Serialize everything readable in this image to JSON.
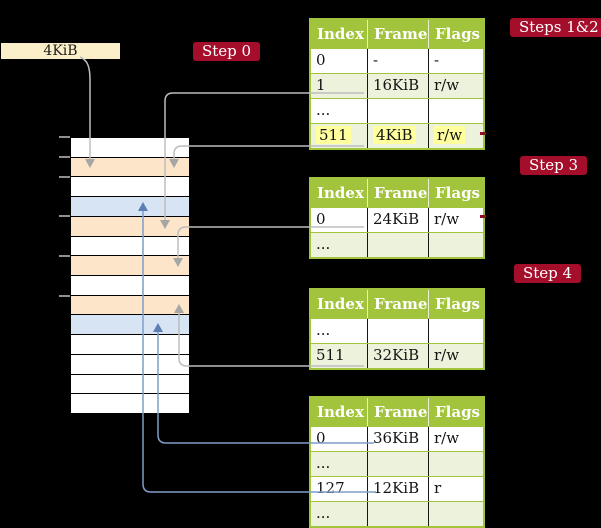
{
  "colors": {
    "background": "#000000",
    "table_green": "#a2c43c",
    "row_green": "#edf2dc",
    "highlight_yellow": "#ffff9e",
    "box_cream": "#faefc8",
    "frame_white": "#ffffff",
    "frame_orange": "#fce5c9",
    "frame_blue": "#d7e4f3",
    "badge_red": "#a50e2b",
    "dash_red": "#8c1025",
    "line_gray": "#bdbdbd",
    "arrow_gray": "#a6a6a6",
    "line_blue": "#7f9ec9",
    "arrow_blue": "#5b7fb2",
    "tick_gray": "#8f8f8f"
  },
  "page_size_box": {
    "label": "4KiB"
  },
  "badges": {
    "step0": {
      "label": "Step 0"
    },
    "steps12": {
      "label": "Steps 1&2"
    },
    "step3": {
      "label": "Step 3"
    },
    "step4": {
      "label": "Step 4"
    }
  },
  "memory": {
    "frames": [
      {
        "fill": "#ffffff"
      },
      {
        "fill": "#fce5c9"
      },
      {
        "fill": "#ffffff"
      },
      {
        "fill": "#d7e4f3"
      },
      {
        "fill": "#fce5c9"
      },
      {
        "fill": "#ffffff"
      },
      {
        "fill": "#fce5c9"
      },
      {
        "fill": "#ffffff"
      },
      {
        "fill": "#fce5c9"
      },
      {
        "fill": "#d7e4f3"
      },
      {
        "fill": "#ffffff"
      },
      {
        "fill": "#ffffff"
      },
      {
        "fill": "#ffffff"
      },
      {
        "fill": "#ffffff"
      }
    ]
  },
  "tables": [
    {
      "headers": [
        "Index",
        "Frame",
        "Flags"
      ],
      "rows": [
        {
          "cells": [
            "0",
            "-",
            "-"
          ]
        },
        {
          "cells": [
            "1",
            "16KiB",
            "r/w"
          ]
        },
        {
          "cells": [
            "...",
            "",
            ""
          ]
        },
        {
          "cells": [
            "511",
            "4KiB",
            "r/w"
          ]
        }
      ]
    },
    {
      "headers": [
        "Index",
        "Frame",
        "Flags"
      ],
      "rows": [
        {
          "cells": [
            "0",
            "24KiB",
            "r/w"
          ]
        },
        {
          "cells": [
            "...",
            "",
            ""
          ]
        }
      ]
    },
    {
      "headers": [
        "Index",
        "Frame",
        "Flags"
      ],
      "rows": [
        {
          "cells": [
            "...",
            "",
            ""
          ]
        },
        {
          "cells": [
            "511",
            "32KiB",
            "r/w"
          ]
        }
      ]
    },
    {
      "headers": [
        "Index",
        "Frame",
        "Flags"
      ],
      "rows": [
        {
          "cells": [
            "0",
            "36KiB",
            "r/w"
          ]
        },
        {
          "cells": [
            "...",
            "",
            ""
          ]
        },
        {
          "cells": [
            "127",
            "12KiB",
            "r"
          ]
        },
        {
          "cells": [
            "...",
            "",
            ""
          ]
        }
      ]
    }
  ]
}
